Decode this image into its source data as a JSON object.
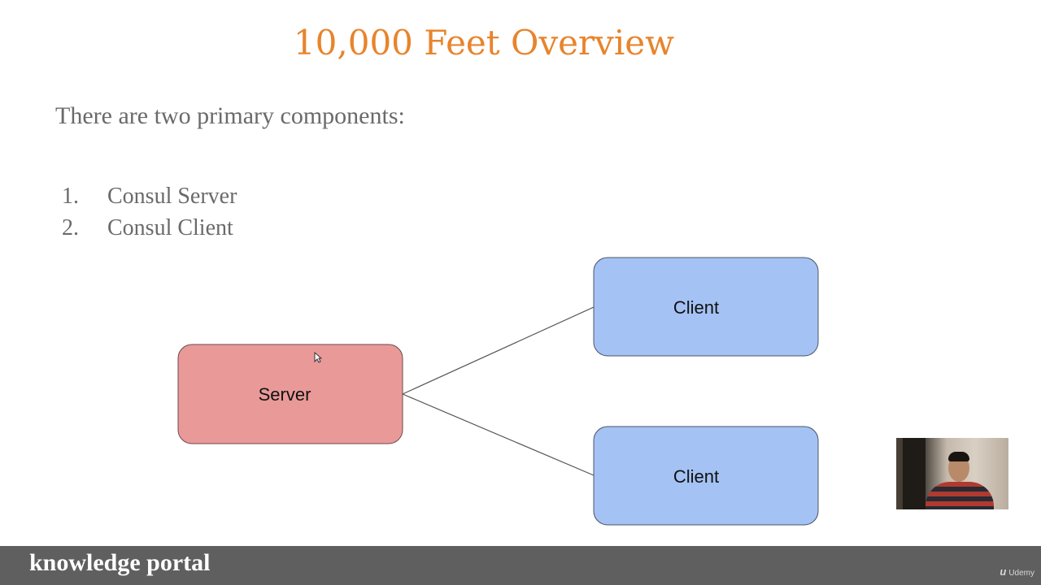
{
  "slide": {
    "title": "10,000 Feet Overview",
    "intro": "There are two primary components:",
    "list": [
      {
        "num": "1.",
        "text": "Consul Server"
      },
      {
        "num": "2.",
        "text": "Consul Client"
      }
    ]
  },
  "diagram": {
    "server_label": "Server",
    "client_top_label": "Client",
    "client_bottom_label": "Client",
    "colors": {
      "server_fill": "#ea9999",
      "client_fill": "#a4c2f4",
      "title": "#e8842c"
    }
  },
  "footer": {
    "brand": "knowledge portal",
    "udemy_label": "Udemy",
    "udemy_icon": "u"
  }
}
